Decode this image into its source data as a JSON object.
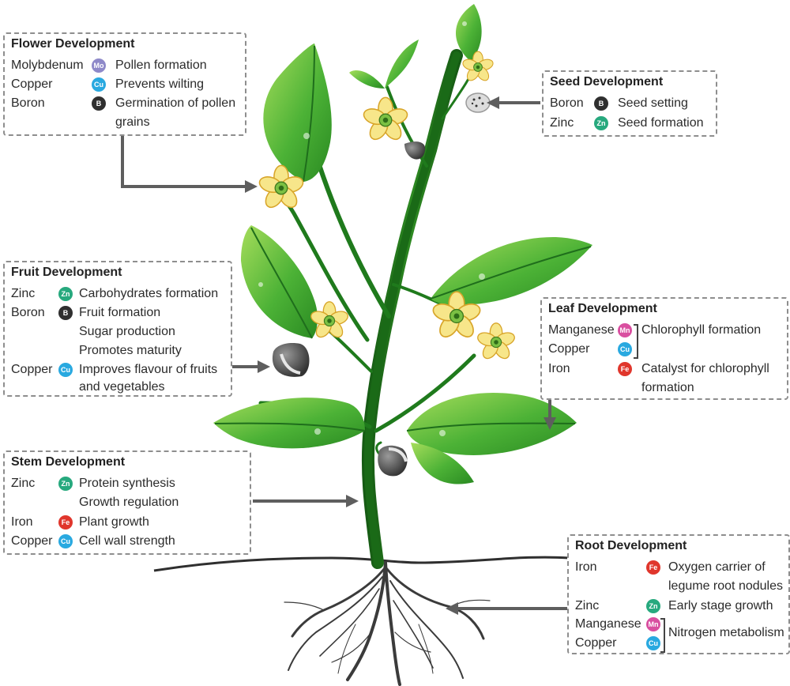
{
  "colors": {
    "Mo": "#8e89c9",
    "Cu": "#29a9e0",
    "B": "#2f2f2f",
    "Zn": "#27a97e",
    "Mn": "#d94fa0",
    "Fe": "#e0362c",
    "leaf": "#3aa52a",
    "leaf_light": "#8fd34a",
    "stem": "#1f6e1c",
    "flower": "#f7e27a",
    "arrow": "#5e5e5e"
  },
  "flower": {
    "title": "Flower Development",
    "rows": [
      {
        "element": "Molybdenum",
        "badge": "Mo",
        "desc": "Pollen formation"
      },
      {
        "element": "Copper",
        "badge": "Cu",
        "desc": "Prevents wilting"
      },
      {
        "element": "Boron",
        "badge": "B",
        "desc": "Germination of pollen",
        "desc2": "grains"
      }
    ]
  },
  "seed": {
    "title": "Seed Development",
    "rows": [
      {
        "element": "Boron",
        "badge": "B",
        "desc": "Seed setting"
      },
      {
        "element": "Zinc",
        "badge": "Zn",
        "desc": "Seed formation"
      }
    ]
  },
  "fruit": {
    "title": "Fruit Development",
    "rows": [
      {
        "element": "Zinc",
        "badge": "Zn",
        "desc": "Carbohydrates formation"
      },
      {
        "element": "Boron",
        "badge": "B",
        "desc": "Fruit formation"
      },
      {
        "desc": "Sugar production"
      },
      {
        "desc": "Promotes maturity"
      },
      {
        "element": "Copper",
        "badge": "Cu",
        "desc": "Improves flavour of fruits",
        "desc2": "and vegetables"
      }
    ]
  },
  "leaf": {
    "title": "Leaf Development",
    "rows": [
      {
        "element": "Manganese",
        "badge": "Mn"
      },
      {
        "element": "Copper",
        "badge": "Cu"
      },
      {
        "element": "Iron",
        "badge": "Fe",
        "desc": "Catalyst for chlorophyll",
        "desc2": "formation"
      }
    ],
    "group_desc": "Chlorophyll formation"
  },
  "stem": {
    "title": "Stem Development",
    "rows": [
      {
        "element": "Zinc",
        "badge": "Zn",
        "desc": "Protein synthesis"
      },
      {
        "desc": "Growth regulation"
      },
      {
        "element": "Iron",
        "badge": "Fe",
        "desc": "Plant growth"
      },
      {
        "element": "Copper",
        "badge": "Cu",
        "desc": "Cell wall strength"
      }
    ]
  },
  "root": {
    "title": "Root Development",
    "rows": [
      {
        "element": "Iron",
        "badge": "Fe",
        "desc": "Oxygen carrier of",
        "desc2": "legume root nodules"
      },
      {
        "element": "Zinc",
        "badge": "Zn",
        "desc": "Early stage growth"
      },
      {
        "element": "Manganese",
        "badge": "Mn"
      },
      {
        "element": "Copper",
        "badge": "Cu"
      }
    ],
    "group_desc": "Nitrogen metabolism"
  }
}
